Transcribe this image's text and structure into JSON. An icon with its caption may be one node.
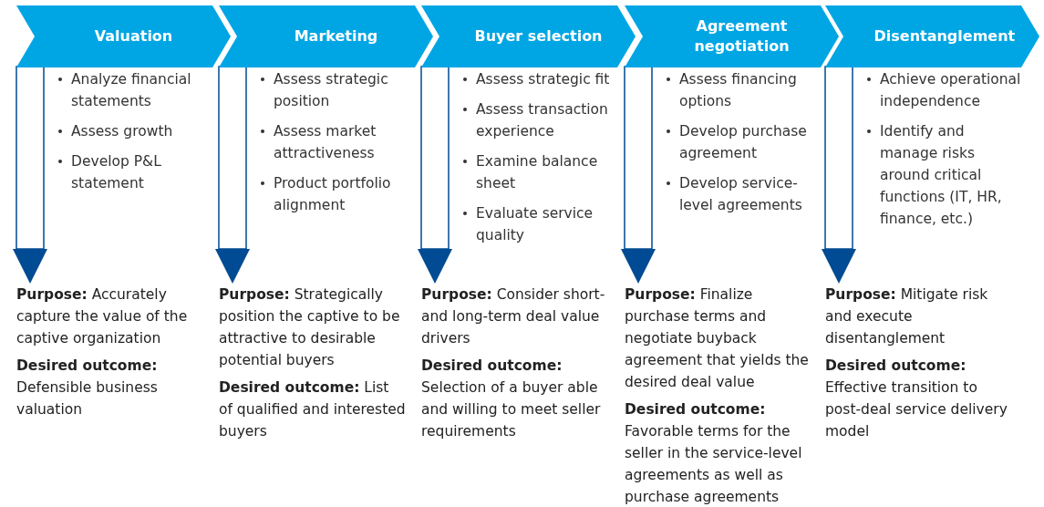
{
  "diagram": {
    "nodes": [
      {
        "text": [
          "Valuation"
        ]
      },
      {
        "text": [
          "Marketing"
        ]
      },
      {
        "text": [
          "Buyer selection"
        ]
      },
      {
        "text": [
          "Agreement negotiation"
        ]
      },
      {
        "text": [
          "Disentanglement"
        ]
      },
      {
        "text": [
          "Analyze financial statements",
          "Assess growth",
          "Develop P&L statement"
        ]
      },
      {
        "text": [
          "Assess strategic position",
          "Assess market attractiveness",
          "Product portfolio alignment"
        ]
      },
      {
        "text": [
          "Assess strategic fit",
          "Assess transaction experience",
          "Examine balance sheet",
          "Evaluate service quality"
        ]
      },
      {
        "text": [
          "Assess financing options",
          "Develop purchase agreement",
          "Develop service-level agreements"
        ]
      },
      {
        "text": [
          "Achieve operational independence",
          "Identify and manage risks around critical functions (IT, HR, finance, etc.)"
        ]
      },
      {
        "text": [
          "**Purpose:** Accurately capture the value of the captive organization",
          "**Desired outcome:** Defensible business valuation"
        ]
      },
      {
        "text": [
          "**Purpose:** Strategically position the captive to be attractive to desirable potential buyers",
          "**Desired outcome:** List of qualified and interested buyers"
        ]
      },
      {
        "text": [
          "**Purpose:** Consider short- and long-term deal value drivers",
          "**Desired outcome:** Selection of a buyer able and willing to meet seller requirements"
        ]
      },
      {
        "text": [
          "**Purpose:** Finalize purchase terms and negotiate buyback agreement that yields the desired deal value",
          "**Desired outcome:** Favorable terms for the seller in the service-level agreements as well as purchase agreements"
        ]
      },
      {
        "text": [
          "**Purpose:** Mitigate risk and execute disentanglement",
          "**Desired outcome:** Effective transition to post-deal service delivery model"
        ]
      }
    ],
    "edges": [
      {
        "from": 0,
        "to": 10,
        "arrow": "to"
      },
      {
        "from": 1,
        "to": 11,
        "arrow": "to"
      },
      {
        "from": 2,
        "to": 12,
        "arrow": "to"
      },
      {
        "from": 3,
        "to": 13,
        "arrow": "to"
      },
      {
        "from": 4,
        "to": 14,
        "arrow": "to"
      }
    ]
  }
}
